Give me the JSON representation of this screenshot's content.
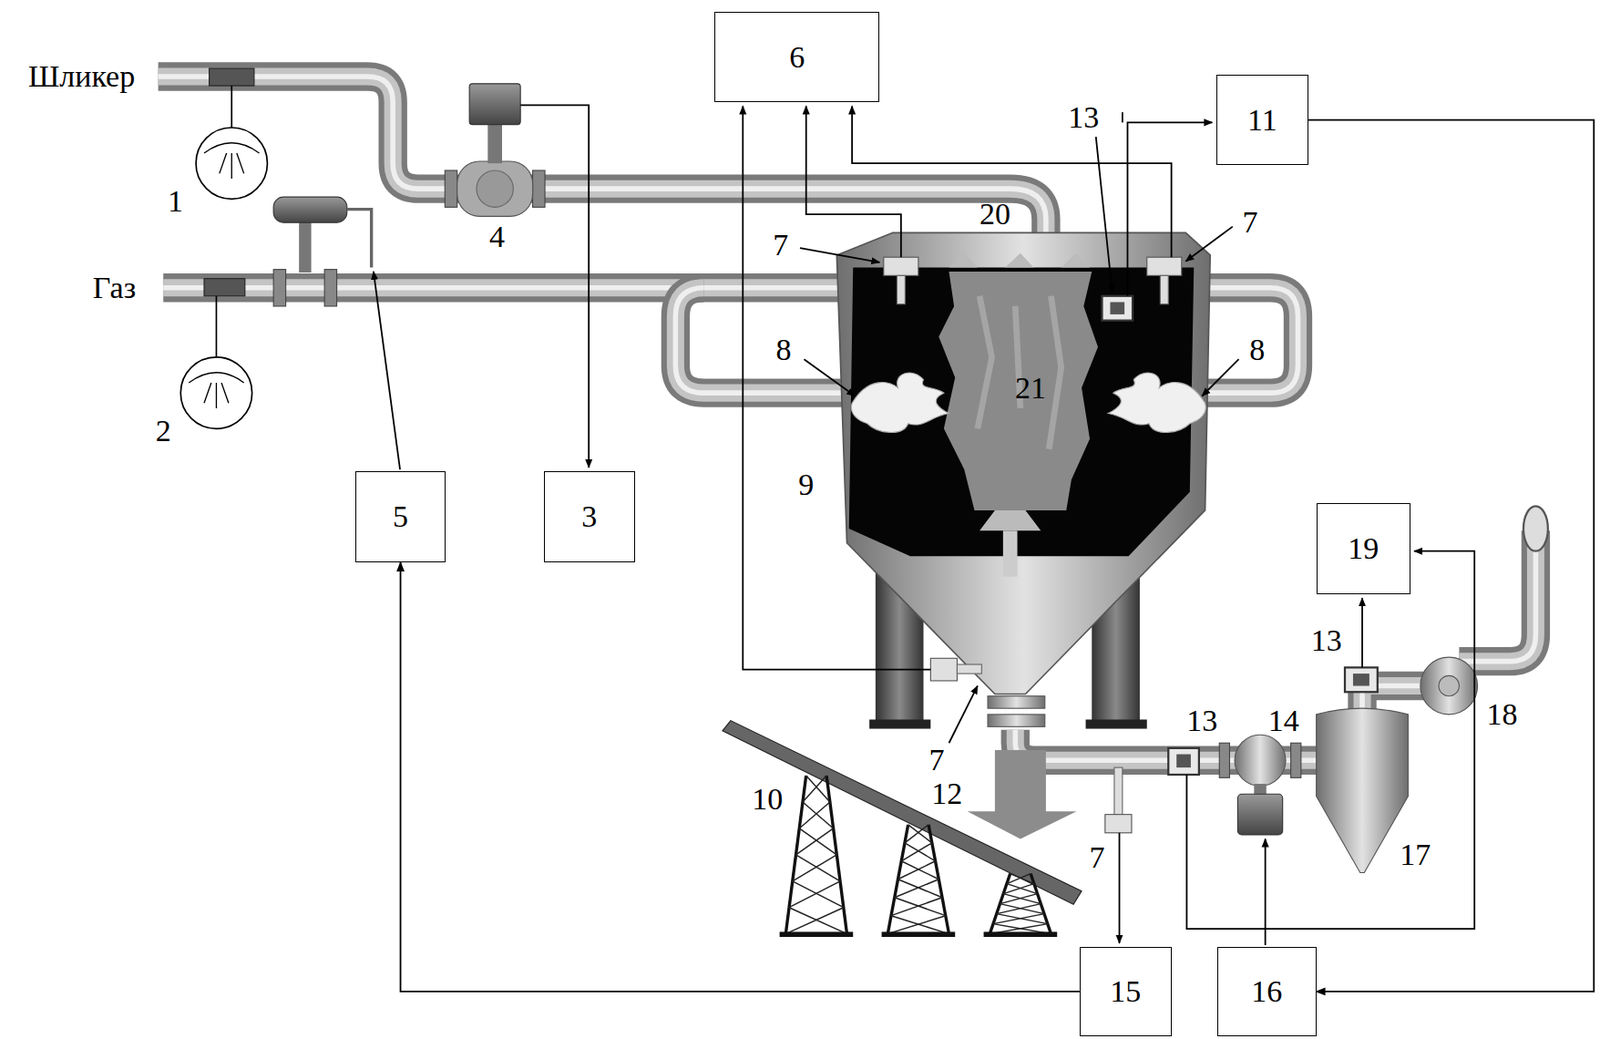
{
  "diagram": {
    "nodes": [
      {
        "text": [
          "6"
        ]
      },
      {
        "text": [
          "11"
        ]
      },
      {
        "text": [
          "5"
        ]
      },
      {
        "text": [
          "3"
        ]
      },
      {
        "text": [
          "19"
        ]
      },
      {
        "text": [
          "15"
        ]
      },
      {
        "text": [
          "16"
        ]
      }
    ],
    "edges": [
      {
        "from": 5,
        "to": 2,
        "arrow": "to"
      },
      {
        "from": 1,
        "to": 6,
        "arrow": "to"
      }
    ],
    "labels": [
      "Шликер",
      "Газ",
      "1",
      "2",
      "4",
      "20",
      "7",
      "7",
      "13",
      "8",
      "8",
      "21",
      "9",
      "7",
      "10",
      "12",
      "7",
      "13",
      "14",
      "13",
      "18",
      "17"
    ]
  }
}
